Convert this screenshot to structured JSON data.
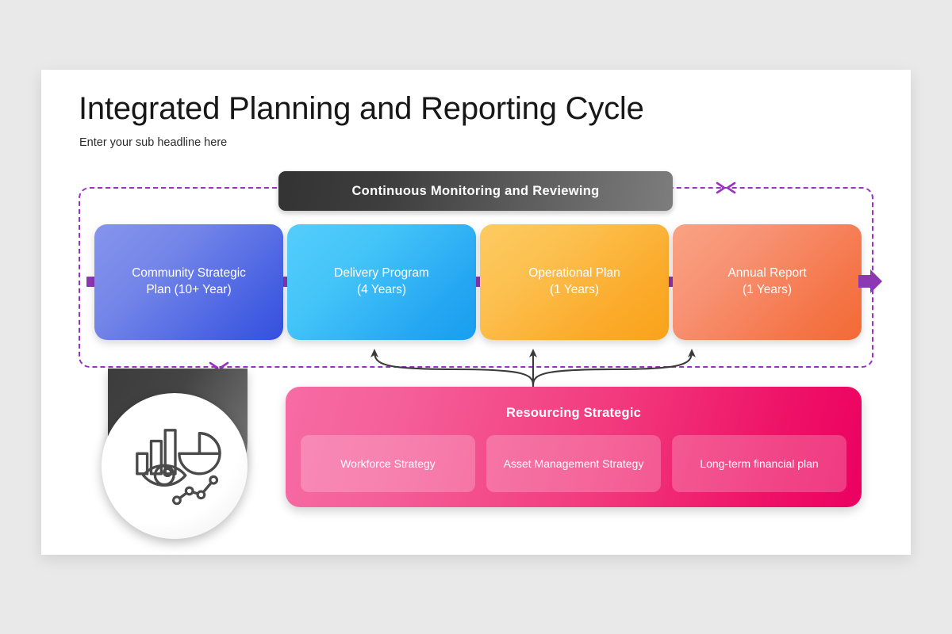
{
  "slide": {
    "title": "Integrated Planning and Reporting Cycle",
    "subtitle": "Enter your sub headline here"
  },
  "monitoring_bar": {
    "label": "Continuous Monitoring and Reviewing",
    "color_left": "#333333",
    "color_right": "#7d7d7d"
  },
  "stages": [
    {
      "name": "Community Strategic",
      "duration": "Plan (10+ Year)",
      "color": "#4a63e3"
    },
    {
      "name": "Delivery Program",
      "duration": "(4 Years)",
      "color": "#25a6f2"
    },
    {
      "name": "Operational Plan",
      "duration": "(1 Years)",
      "color": "#fbab2b"
    },
    {
      "name": "Annual Report",
      "duration": "(1 Years)",
      "color": "#f5764a"
    }
  ],
  "resourcing": {
    "title": "Resourcing Strategic",
    "color": "#ee1066",
    "items": [
      {
        "label": "Workforce Strategy"
      },
      {
        "label": "Asset Management Strategy"
      },
      {
        "label": "Long-term financial plan"
      }
    ]
  },
  "icon_badge": {
    "icon": "analytics-monitoring-icon",
    "shield_color": "#444444"
  },
  "loop": {
    "border_color": "#9b30c4",
    "style": "dashed"
  }
}
